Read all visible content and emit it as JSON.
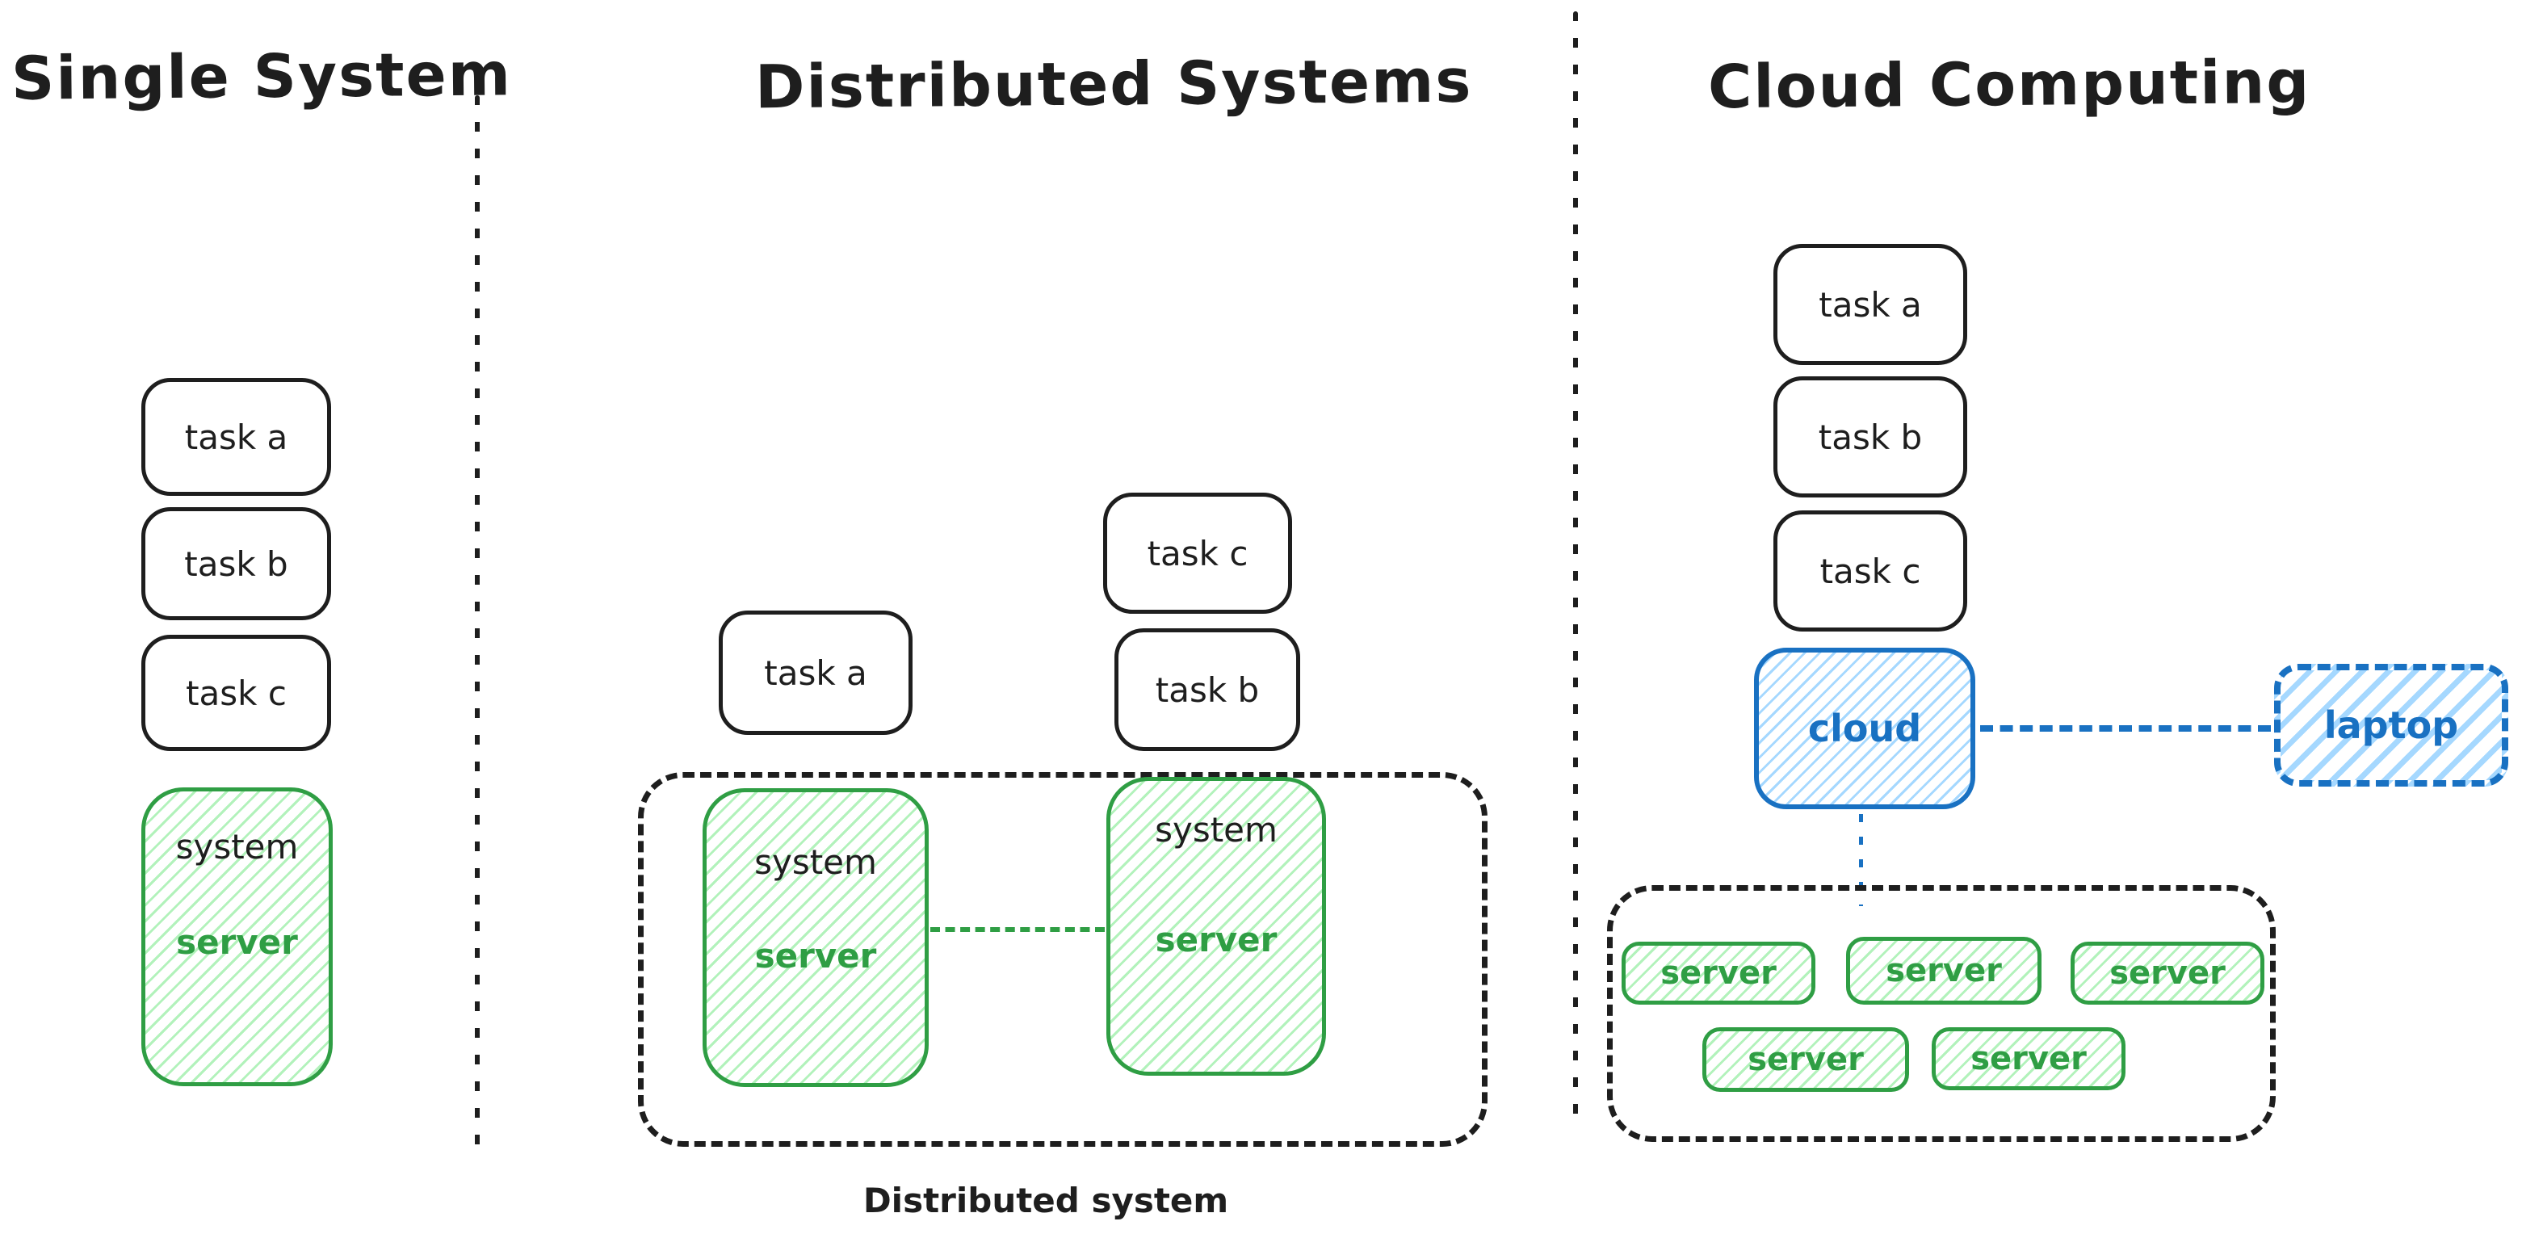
{
  "palette": {
    "ink": "#1e1e1e",
    "green_stroke": "#2f9e44",
    "green_hatch": "#b2f2bb",
    "blue_stroke": "#1971c2",
    "blue_hatch": "#a5d8ff",
    "background": "#ffffff"
  },
  "sections": {
    "single": {
      "title": "Single System",
      "tasks": [
        "task a",
        "task b",
        "task c"
      ],
      "system": {
        "label": "system",
        "server_label": "server"
      }
    },
    "distributed": {
      "title": "Distributed Systems",
      "tasks": [
        "task a",
        "task b",
        "task c"
      ],
      "systems": [
        {
          "label": "system",
          "server_label": "server"
        },
        {
          "label": "system",
          "server_label": "server"
        }
      ],
      "caption": "Distributed system"
    },
    "cloud": {
      "title": "Cloud Computing",
      "tasks": [
        "task a",
        "task b",
        "task c"
      ],
      "cloud_label": "cloud",
      "laptop_label": "laptop",
      "servers": [
        "server",
        "server",
        "server",
        "server",
        "server"
      ]
    }
  }
}
